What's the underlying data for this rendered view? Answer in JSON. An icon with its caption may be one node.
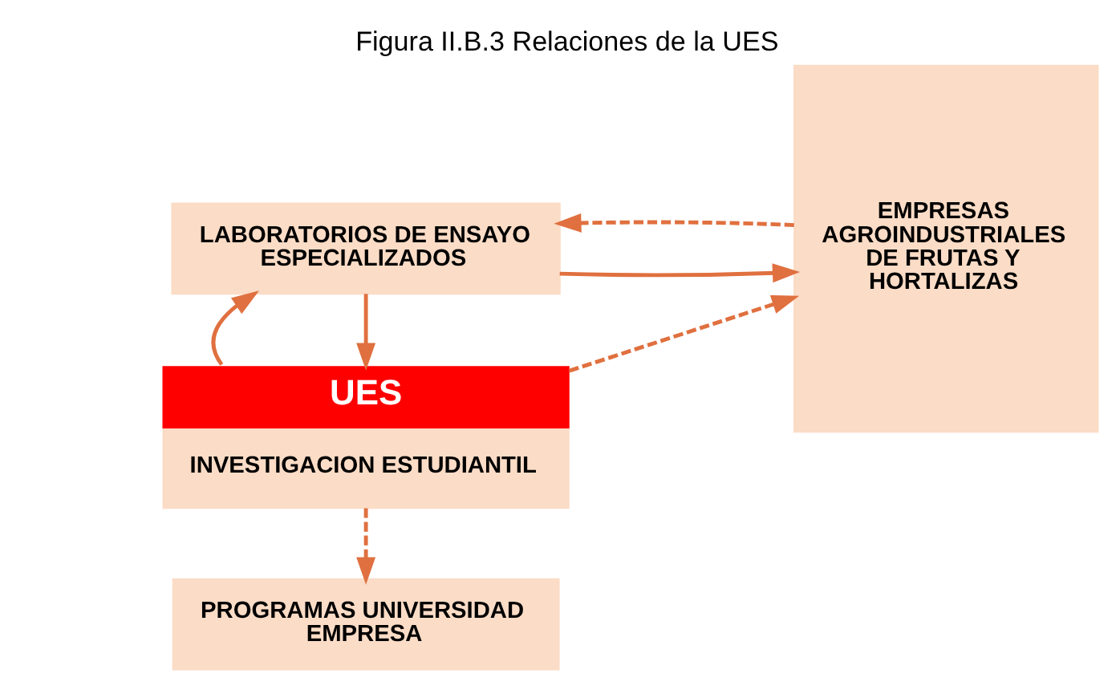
{
  "diagram": {
    "title": "Figura II.B.3 Relaciones de la UES",
    "nodes": [
      {
        "text": [
          "UES",
          "INVESTIGACION ESTUDIANTIL"
        ]
      },
      {
        "text": [
          "LABORATORIOS DE ENSAYO ESPECIALIZADOS"
        ]
      },
      {
        "text": [
          "PROGRAMAS UNIVERSIDAD EMPRESA"
        ]
      },
      {
        "text": [
          "EMPRESAS AGROINDUSTRIALES DE FRUTAS Y HORTALIZAS"
        ]
      }
    ],
    "edges": [
      {
        "from": 0,
        "to": 3,
        "arrow": "to",
        "style": "dashed"
      },
      {
        "from": 1,
        "to": 0,
        "arrow": "to"
      },
      {
        "from": 0,
        "to": 1,
        "arrow": "to"
      },
      {
        "from": 1,
        "to": 3,
        "arrow": "to"
      },
      {
        "from": 3,
        "to": 1,
        "arrow": "to",
        "style": "dashed"
      },
      {
        "from": 0,
        "to": 2,
        "arrow": "to",
        "style": "dashed"
      }
    ]
  }
}
